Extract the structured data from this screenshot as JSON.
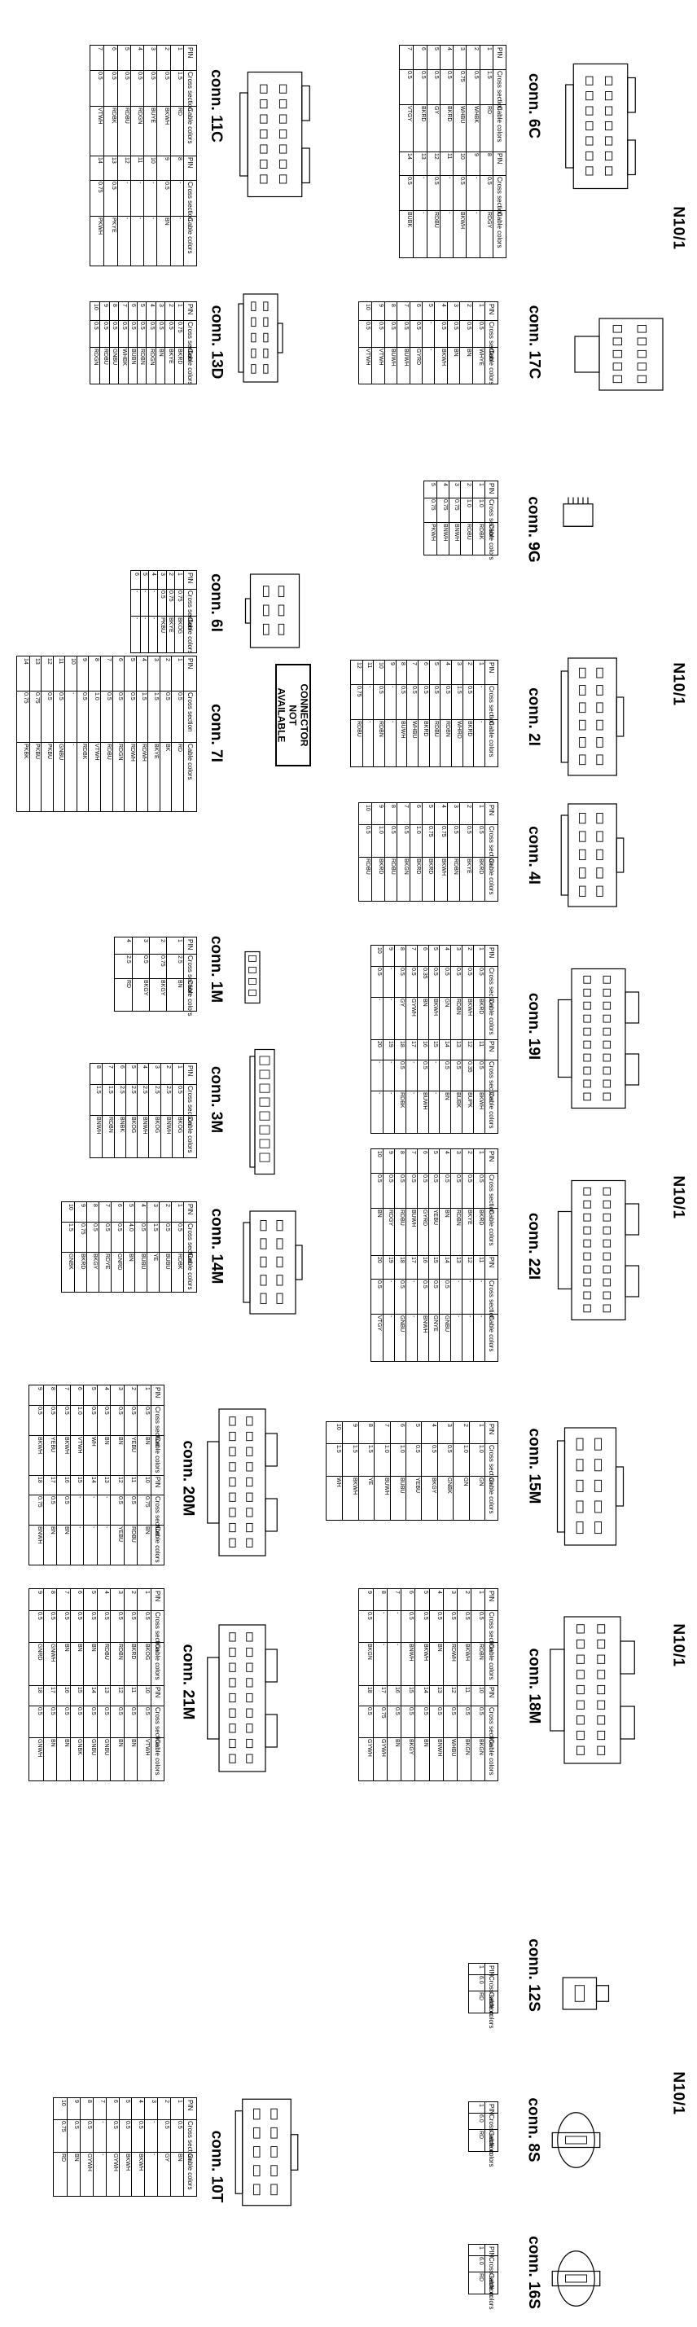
{
  "sections": [
    "N10/1",
    "N10/1",
    "N10/1",
    "N10/1",
    "N10/1"
  ],
  "headers": {
    "pin": "PIN",
    "cross_section": "Cross section",
    "cable_colors": "Cable colors"
  },
  "not_available": "CONNECTOR\nNOT\nAVAILABLE",
  "connectors": [
    {
      "id": "6C",
      "name": "conn. 6C",
      "rows": [
        [
          "1",
          "1.5",
          "RD"
        ],
        [
          "2",
          "0.5",
          "WHBK"
        ],
        [
          "3",
          "0.75",
          "WHBU"
        ],
        [
          "4",
          "0.5",
          "BKRD"
        ],
        [
          "5",
          "0.5",
          "GY"
        ],
        [
          "6",
          "0.5",
          "BKRD"
        ],
        [
          "7",
          "0.5",
          "VTGY"
        ],
        [
          "8",
          "0.5",
          "RDGY"
        ],
        [
          "9",
          "-",
          "-"
        ],
        [
          "10",
          "0.5",
          "BKWH"
        ],
        [
          "11",
          "-",
          "-"
        ],
        [
          "12",
          "0.5",
          "RDBU"
        ],
        [
          "13",
          "-",
          "-"
        ],
        [
          "14",
          "0.5",
          "BUBK"
        ]
      ]
    },
    {
      "id": "11C",
      "name": "conn. 11C",
      "rows": [
        [
          "1",
          "1.5",
          "RD"
        ],
        [
          "2",
          "0.5",
          "BKWH"
        ],
        [
          "3",
          "0.5",
          "BUYE"
        ],
        [
          "4",
          "0.5",
          "RDGN"
        ],
        [
          "5",
          "0.5",
          "RDBU"
        ],
        [
          "6",
          "0.5",
          "RDBK"
        ],
        [
          "7",
          "0.5",
          "VTWH"
        ],
        [
          "8",
          "-",
          "-"
        ],
        [
          "9",
          "0.5",
          "BN"
        ],
        [
          "10",
          "-",
          "-"
        ],
        [
          "11",
          "-",
          "-"
        ],
        [
          "12",
          "-",
          "-"
        ],
        [
          "13",
          "0.5",
          "PKYE"
        ],
        [
          "14",
          "0.75",
          "PKWH"
        ]
      ]
    },
    {
      "id": "17C",
      "name": "conn. 17C",
      "rows": [
        [
          "1",
          "0.5",
          "WHYE"
        ],
        [
          "2",
          "0.5",
          "BN"
        ],
        [
          "3",
          "0.5",
          "BN"
        ],
        [
          "4",
          "0.5",
          "BKWH"
        ],
        [
          "5",
          "-",
          "-"
        ],
        [
          "6",
          "0.5",
          "GYRD"
        ],
        [
          "7",
          "0.5",
          "BUWH"
        ],
        [
          "8",
          "0.5",
          "BUWH"
        ],
        [
          "9",
          "0.5",
          "VTWH"
        ],
        [
          "10",
          "0.5",
          "VTWH"
        ]
      ]
    },
    {
      "id": "13D",
      "name": "conn. 13D",
      "rows": [
        [
          "1",
          "0.75",
          "BKRD"
        ],
        [
          "2",
          "0.5",
          "BKYE"
        ],
        [
          "3",
          "0.5",
          "BN"
        ],
        [
          "4",
          "0.5",
          "RDGN"
        ],
        [
          "5",
          "0.5",
          "RDBN"
        ],
        [
          "6",
          "0.5",
          "BUBN"
        ],
        [
          "7",
          "0.5",
          "WHBK"
        ],
        [
          "8",
          "0.5",
          "GNBU"
        ],
        [
          "9",
          "0.5",
          "RDBU"
        ],
        [
          "10",
          "0.5",
          "RDGN"
        ]
      ]
    },
    {
      "id": "9G",
      "name": "conn. 9G",
      "rows": [
        [
          "1",
          "1.0",
          "RDBK"
        ],
        [
          "2",
          "1.0",
          "RDBU"
        ],
        [
          "3",
          "0.75",
          "BNWH"
        ],
        [
          "4",
          "0.75",
          "BNWH"
        ],
        [
          "5",
          "0.75",
          "PKWH"
        ]
      ]
    },
    {
      "id": "6I",
      "name": "conn. 6I",
      "rows": [
        [
          "1",
          "0.75",
          "BKOG"
        ],
        [
          "2",
          "0.75",
          "BKYE"
        ],
        [
          "3",
          "0.5",
          "PKBU"
        ],
        [
          "4",
          "-",
          "-"
        ],
        [
          "5",
          "-",
          "-"
        ],
        [
          "6",
          "-",
          "-"
        ]
      ]
    },
    {
      "id": "2I",
      "name": "conn. 2I",
      "rows": [
        [
          "1",
          "-",
          "-"
        ],
        [
          "2",
          "0.5",
          "BKRD"
        ],
        [
          "3",
          "1.5",
          "WHRD"
        ],
        [
          "4",
          "0.5",
          "RDBN"
        ],
        [
          "5",
          "0.5",
          "RDBU"
        ],
        [
          "6",
          "0.5",
          "BKRD"
        ],
        [
          "7",
          "0.5",
          "WHBU"
        ],
        [
          "8",
          "0.5",
          "BUWH"
        ],
        [
          "9",
          "-",
          "-"
        ],
        [
          "10",
          "0.5",
          "RDBN"
        ],
        [
          "11",
          "-",
          "-"
        ],
        [
          "12",
          "0.75",
          "RDBU"
        ]
      ]
    },
    {
      "id": "7I",
      "name": "conn. 7I",
      "rows": [
        [
          "1",
          "0.5",
          "RD"
        ],
        [
          "2",
          "0.5",
          "BK"
        ],
        [
          "3",
          "1.5",
          "BKYE"
        ],
        [
          "4",
          "1.5",
          "RDWH"
        ],
        [
          "5",
          "0.5",
          "RDWH"
        ],
        [
          "6",
          "0.5",
          "RDGN"
        ],
        [
          "7",
          "0.5",
          "RDBU"
        ],
        [
          "8",
          "1.0",
          "VTWH"
        ],
        [
          "9",
          "0.5",
          "RDBK"
        ],
        [
          "10",
          "-",
          "-"
        ],
        [
          "11",
          "0.5",
          "GNBU"
        ],
        [
          "12",
          "0.5",
          "PKBU"
        ],
        [
          "13",
          "0.75",
          "PKBU"
        ],
        [
          "14",
          "0.75",
          "PKBK"
        ]
      ]
    },
    {
      "id": "4I",
      "name": "conn. 4I",
      "rows": [
        [
          "1",
          "0.5",
          "BKRD"
        ],
        [
          "2",
          "0.5",
          "BKYE"
        ],
        [
          "3",
          "0.5",
          "RDBN"
        ],
        [
          "4",
          "0.75",
          "BKWH"
        ],
        [
          "5",
          "0.75",
          "BKRD"
        ],
        [
          "6",
          "1.0",
          "BKRD"
        ],
        [
          "7",
          "0.5",
          "BKGN"
        ],
        [
          "8",
          "0.5",
          "RDBU"
        ],
        [
          "9",
          "1.0",
          "BKRD"
        ],
        [
          "10",
          "0.5",
          "RDBU"
        ]
      ]
    },
    {
      "id": "19I",
      "name": "conn. 19I",
      "rows": [
        [
          "1",
          "0.5",
          "BKRD"
        ],
        [
          "2",
          "0.5",
          "BKWH"
        ],
        [
          "3",
          "0.5",
          "RDBN"
        ],
        [
          "4",
          "0.5",
          "GN"
        ],
        [
          "5",
          "0.5",
          "BKWH"
        ],
        [
          "6",
          "0.35",
          "BN"
        ],
        [
          "7",
          "0.5",
          "GYWH"
        ],
        [
          "8",
          "0.5",
          "GY"
        ],
        [
          "9",
          "-",
          "-"
        ],
        [
          "10",
          "0.5",
          "-"
        ],
        [
          "11",
          "0.5",
          "BKWH"
        ],
        [
          "12",
          "0.35",
          "BUPK"
        ],
        [
          "13",
          "0.5",
          "BUBK"
        ],
        [
          "14",
          "0.5",
          "BN"
        ],
        [
          "15",
          "-",
          "-"
        ],
        [
          "16",
          "0.5",
          "BUWH"
        ],
        [
          "17",
          "-",
          "-"
        ],
        [
          "18",
          "0.5",
          "RDBK"
        ],
        [
          "19",
          "-",
          "-"
        ],
        [
          "20",
          "-",
          "-"
        ]
      ]
    },
    {
      "id": "22I",
      "name": "conn. 22I",
      "rows": [
        [
          "1",
          "0.5",
          "BKRD"
        ],
        [
          "2",
          "0.5",
          "BKYE"
        ],
        [
          "3",
          "0.5",
          "RDBN"
        ],
        [
          "4",
          "0.5",
          "BN"
        ],
        [
          "5",
          "0.5",
          "YEBU"
        ],
        [
          "6",
          "0.5",
          "GYRD"
        ],
        [
          "7",
          "0.5",
          "BUWH"
        ],
        [
          "8",
          "0.5",
          "RDBU"
        ],
        [
          "9",
          "0.5",
          "RDGY"
        ],
        [
          "10",
          "0.5",
          "BN"
        ],
        [
          "11",
          "-",
          "-"
        ],
        [
          "12",
          "-",
          "-"
        ],
        [
          "13",
          "-",
          "-"
        ],
        [
          "14",
          "0.5",
          "GNBU"
        ],
        [
          "15",
          "0.5",
          "GNYE"
        ],
        [
          "16",
          "0.5",
          "BNWH"
        ],
        [
          "17",
          "-",
          "-"
        ],
        [
          "18",
          "0.5",
          "GNBU"
        ],
        [
          "19",
          "-",
          "-"
        ],
        [
          "20",
          "0.5",
          "VTGY"
        ]
      ]
    },
    {
      "id": "1M",
      "name": "conn. 1M",
      "rows": [
        [
          "1",
          "2.5",
          "BN"
        ],
        [
          "2",
          "0.75",
          "BKGY"
        ],
        [
          "3",
          "0.5",
          "BKGY"
        ],
        [
          "4",
          "2.5",
          "RD"
        ]
      ]
    },
    {
      "id": "3M",
      "name": "conn. 3M",
      "rows": [
        [
          "1",
          "0.5",
          "BKOG"
        ],
        [
          "2",
          "2.5",
          "BNWH"
        ],
        [
          "3",
          "2.5",
          "BKOG"
        ],
        [
          "4",
          "2.5",
          "BNWH"
        ],
        [
          "5",
          "2.5",
          "BKOG"
        ],
        [
          "6",
          "2.5",
          "BNBK"
        ],
        [
          "7",
          "1.5",
          "RDBN"
        ],
        [
          "8",
          "1.5",
          "BNWH"
        ]
      ]
    },
    {
      "id": "14M",
      "name": "conn. 14M",
      "rows": [
        [
          "1",
          "0.5",
          "RDBK"
        ],
        [
          "2",
          "0.5",
          "BUBU"
        ],
        [
          "3",
          "1.5",
          "YE"
        ],
        [
          "4",
          "0.5",
          "BUBU"
        ],
        [
          "5",
          "4.0",
          "BN"
        ],
        [
          "6",
          "0.5",
          "GNRD"
        ],
        [
          "7",
          "0.5",
          "RDYE"
        ],
        [
          "8",
          "0.5",
          "BKGY"
        ],
        [
          "9",
          "0.75",
          "BKRD"
        ],
        [
          "10",
          "1.5",
          "GNBK"
        ]
      ]
    },
    {
      "id": "15M",
      "name": "conn. 15M",
      "rows": [
        [
          "1",
          "1.0",
          "GN"
        ],
        [
          "2",
          "1.0",
          "GN"
        ],
        [
          "3",
          "0.5",
          "GNBK"
        ],
        [
          "4",
          "0.5",
          "BKGY"
        ],
        [
          "5",
          "0.5",
          "YEBU"
        ],
        [
          "6",
          "1.0",
          "BUBU"
        ],
        [
          "7",
          "1.0",
          "BUWH"
        ],
        [
          "8",
          "1.5",
          "YE"
        ],
        [
          "9",
          "1.5",
          "BKWH"
        ],
        [
          "10",
          "1.5",
          "WH"
        ]
      ]
    },
    {
      "id": "20M",
      "name": "conn. 20M",
      "rows": [
        [
          "1",
          "0.5",
          "BN"
        ],
        [
          "2",
          "0.5",
          "YEBU"
        ],
        [
          "3",
          "0.5",
          "BN"
        ],
        [
          "4",
          "0.5",
          "BN"
        ],
        [
          "5",
          "0.5",
          "WH"
        ],
        [
          "6",
          "1.0",
          "VTWH"
        ],
        [
          "7",
          "0.5",
          "BKWH"
        ],
        [
          "8",
          "0.5",
          "YEBU"
        ],
        [
          "9",
          "0.5",
          "BKWH"
        ],
        [
          "10",
          "0.75",
          "BN"
        ],
        [
          "11",
          "0.5",
          "RDBU"
        ],
        [
          "12",
          "0.5",
          "YEBU"
        ],
        [
          "13",
          "-",
          "-"
        ],
        [
          "14",
          "-",
          "-"
        ],
        [
          "15",
          "-",
          "-"
        ],
        [
          "16",
          "0.5",
          "BN"
        ],
        [
          "17",
          "0.5",
          "BN"
        ],
        [
          "18",
          "0.75",
          "BNWH"
        ]
      ]
    },
    {
      "id": "18M",
      "name": "conn. 18M",
      "rows": [
        [
          "1",
          "0.5",
          "RDBN"
        ],
        [
          "2",
          "0.5",
          "BKWH"
        ],
        [
          "3",
          "0.5",
          "RDWH"
        ],
        [
          "4",
          "0.5",
          "BN"
        ],
        [
          "5",
          "0.5",
          "BKWH"
        ],
        [
          "6",
          "0.5",
          "BNWH"
        ],
        [
          "7",
          "-",
          "-"
        ],
        [
          "8",
          "-",
          "-"
        ],
        [
          "9",
          "0.5",
          "BKGN"
        ],
        [
          "10",
          "0.5",
          "BKGN"
        ],
        [
          "11",
          "0.5",
          "BKGN"
        ],
        [
          "12",
          "0.5",
          "WHBU"
        ],
        [
          "13",
          "0.5",
          "BNWH"
        ],
        [
          "14",
          "0.5",
          "BN"
        ],
        [
          "15",
          "0.5",
          "BKGY"
        ],
        [
          "16",
          "0.5",
          "BN"
        ],
        [
          "17",
          "0.75",
          "GYWH"
        ],
        [
          "18",
          "0.5",
          "GYWH"
        ]
      ]
    },
    {
      "id": "21M",
      "name": "conn. 21M",
      "rows": [
        [
          "1",
          "0.5",
          "BKOG"
        ],
        [
          "2",
          "0.5",
          "BKRD"
        ],
        [
          "3",
          "0.5",
          "RDBN"
        ],
        [
          "4",
          "0.5",
          "RDBU"
        ],
        [
          "5",
          "0.5",
          "BN"
        ],
        [
          "6",
          "0.5",
          "BN"
        ],
        [
          "7",
          "0.5",
          "BN"
        ],
        [
          "8",
          "0.5",
          "GNWH"
        ],
        [
          "9",
          "0.5",
          "GNRD"
        ],
        [
          "10",
          "0.5",
          "VTWH"
        ],
        [
          "11",
          "0.5",
          "BN"
        ],
        [
          "12",
          "0.5",
          "BN"
        ],
        [
          "13",
          "0.5",
          "GNBU"
        ],
        [
          "14",
          "0.5",
          "GNBU"
        ],
        [
          "15",
          "0.5",
          "GNBK"
        ],
        [
          "16",
          "0.5",
          "BN"
        ],
        [
          "17",
          "0.5",
          "BN"
        ],
        [
          "18",
          "0.5",
          "GNWH"
        ]
      ]
    },
    {
      "id": "12S",
      "name": "conn. 12S",
      "rows": [
        [
          "1",
          "6.0",
          "RD"
        ]
      ]
    },
    {
      "id": "8S",
      "name": "conn. 8S",
      "rows": [
        [
          "1",
          "6.0",
          "RD"
        ]
      ]
    },
    {
      "id": "16S",
      "name": "conn. 16S",
      "rows": [
        [
          "1",
          "6.0",
          "RD"
        ]
      ]
    },
    {
      "id": "10T",
      "name": "conn. 10T",
      "rows": [
        [
          "1",
          "0.5",
          "BN"
        ],
        [
          "2",
          "0.5",
          "GY"
        ],
        [
          "3",
          "-",
          "-"
        ],
        [
          "4",
          "0.5",
          "BKWH"
        ],
        [
          "5",
          "0.5",
          "BKWH"
        ],
        [
          "6",
          "0.5",
          "GYWH"
        ],
        [
          "7",
          "-",
          "-"
        ],
        [
          "8",
          "0.5",
          "GYWH"
        ],
        [
          "9",
          "0.5",
          "BN"
        ],
        [
          "10",
          "0.75",
          "RD"
        ]
      ]
    }
  ]
}
